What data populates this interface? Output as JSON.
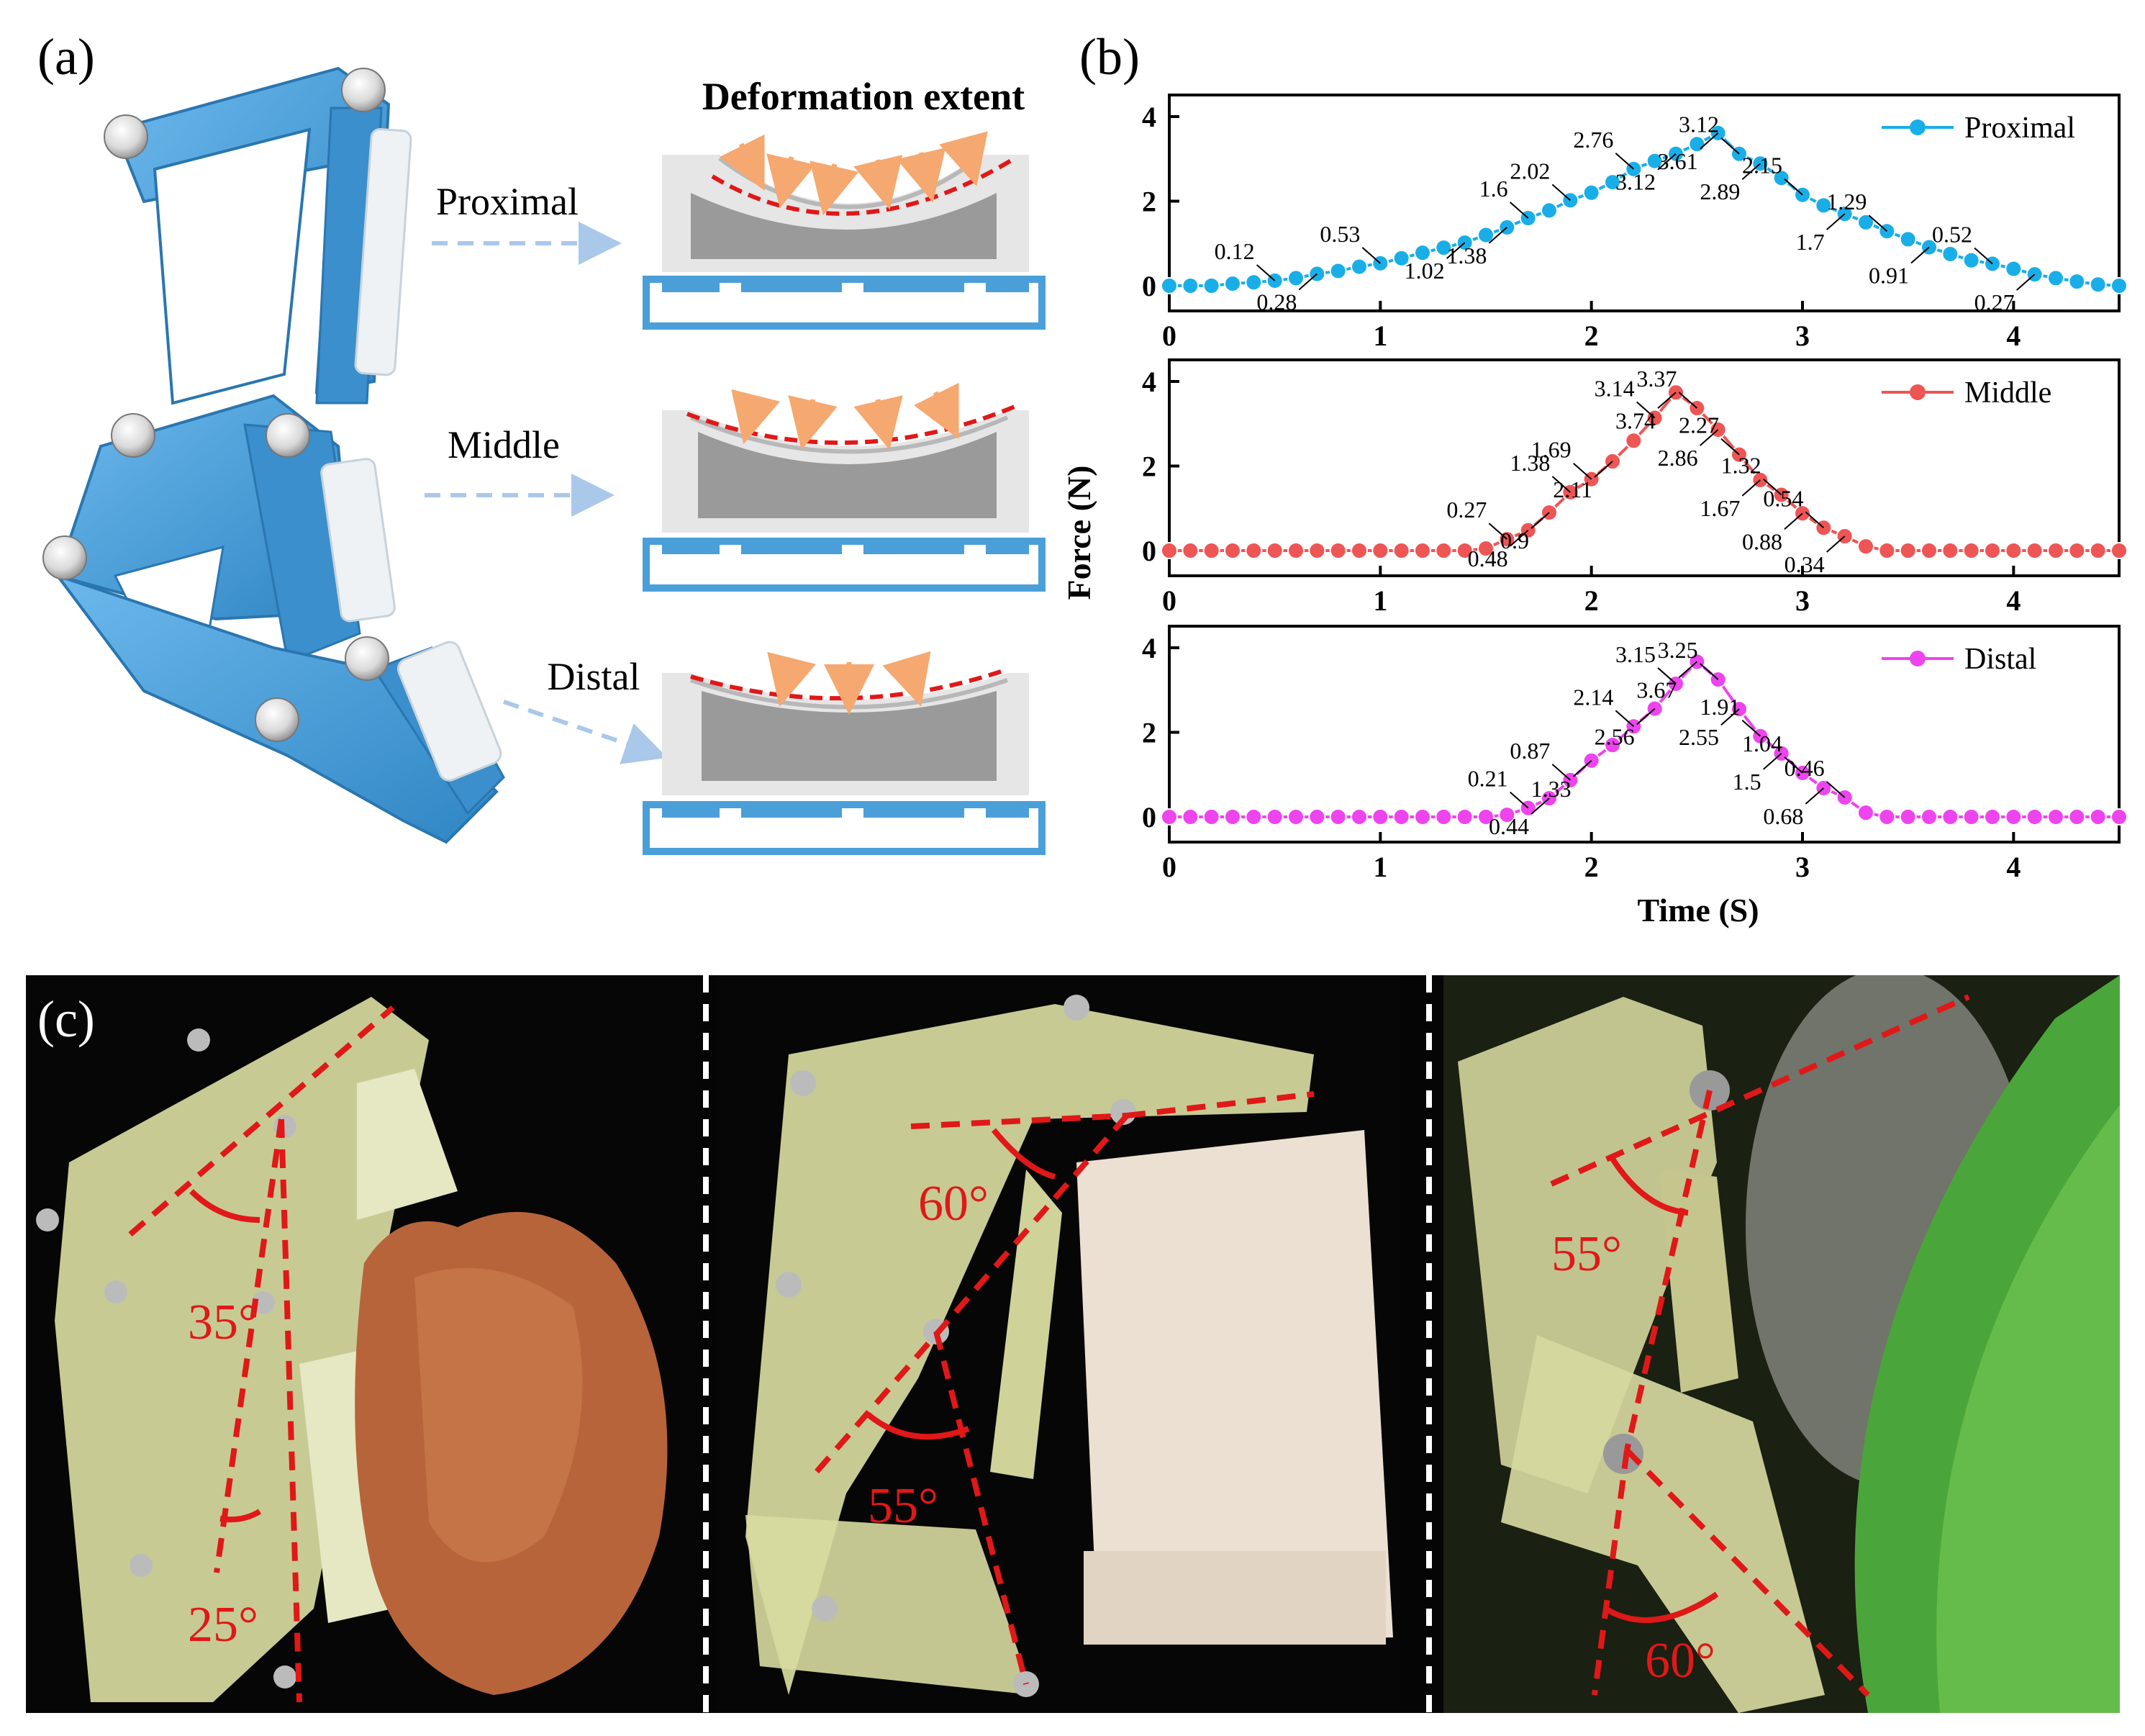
{
  "panel_a": {
    "label": "(a)",
    "title": "Deformation extent",
    "rows": [
      {
        "name": "Proximal"
      },
      {
        "name": "Middle"
      },
      {
        "name": "Distal"
      }
    ]
  },
  "panel_b": {
    "label": "(b)",
    "ylabel": "Force (N)",
    "xlabel": "Time (S)"
  },
  "panel_c": {
    "label": "(c)",
    "photos": [
      {
        "angles": [
          "35°",
          "25°"
        ]
      },
      {
        "angles": [
          "60°",
          "55°"
        ]
      },
      {
        "angles": [
          "55°",
          "60°"
        ]
      }
    ]
  },
  "colors": {
    "proximal": "#1aaee8",
    "middle": "#ee5555",
    "distal": "#ee44ee",
    "finger_blue": "#4a9fd8",
    "dashed_red": "#e01818"
  },
  "chart_data": [
    {
      "type": "line",
      "series": [
        {
          "name": "Proximal",
          "x": [
            0,
            0.1,
            0.2,
            0.3,
            0.4,
            0.5,
            0.6,
            0.7,
            0.8,
            0.9,
            1.0,
            1.1,
            1.2,
            1.3,
            1.4,
            1.5,
            1.6,
            1.7,
            1.8,
            1.9,
            2.0,
            2.1,
            2.2,
            2.3,
            2.4,
            2.5,
            2.6,
            2.7,
            2.8,
            2.9,
            3.0,
            3.1,
            3.2,
            3.3,
            3.4,
            3.5,
            3.6,
            3.7,
            3.8,
            3.9,
            4.0,
            4.1,
            4.2,
            4.3,
            4.4,
            4.5
          ],
          "values": [
            0,
            0,
            0,
            0.05,
            0.08,
            0.12,
            0.18,
            0.28,
            0.35,
            0.45,
            0.53,
            0.65,
            0.78,
            0.9,
            1.02,
            1.2,
            1.38,
            1.6,
            1.78,
            2.02,
            2.2,
            2.45,
            2.76,
            2.95,
            3.12,
            3.35,
            3.61,
            3.12,
            2.89,
            2.55,
            2.15,
            1.9,
            1.7,
            1.5,
            1.29,
            1.1,
            0.91,
            0.75,
            0.6,
            0.52,
            0.4,
            0.27,
            0.18,
            0.1,
            0.03,
            0
          ]
        }
      ],
      "annotations": [
        "0.12",
        "0.28",
        "0.53",
        "1.02",
        "1.6",
        "1.38",
        "2.76",
        "3.12",
        "2.02",
        "3.61",
        "3.12",
        "2.89",
        "2.15",
        "1.7",
        "1.29",
        "0.91",
        "0.52",
        "0.27"
      ],
      "xlim": [
        0,
        4.5
      ],
      "ylim": [
        0,
        4
      ],
      "xticks": [
        "0",
        "1",
        "2",
        "3",
        "4"
      ],
      "yticks": [
        "0",
        "2",
        "4"
      ]
    },
    {
      "type": "line",
      "series": [
        {
          "name": "Middle",
          "x": [
            0,
            0.1,
            0.2,
            0.3,
            0.4,
            0.5,
            0.6,
            0.7,
            0.8,
            0.9,
            1.0,
            1.1,
            1.2,
            1.3,
            1.4,
            1.5,
            1.6,
            1.7,
            1.8,
            1.9,
            2.0,
            2.1,
            2.2,
            2.3,
            2.4,
            2.5,
            2.6,
            2.7,
            2.8,
            2.9,
            3.0,
            3.1,
            3.2,
            3.3,
            3.4,
            3.5,
            3.6,
            3.7,
            3.8,
            3.9,
            4.0,
            4.1,
            4.2,
            4.3,
            4.4,
            4.5
          ],
          "values": [
            0,
            0,
            0,
            0,
            0,
            0,
            0,
            0,
            0,
            0,
            0,
            0,
            0,
            0,
            0,
            0.05,
            0.27,
            0.48,
            0.9,
            1.38,
            1.69,
            2.11,
            2.6,
            3.14,
            3.74,
            3.37,
            2.86,
            2.27,
            1.67,
            1.32,
            0.88,
            0.54,
            0.34,
            0.1,
            0,
            0,
            0,
            0,
            0,
            0,
            0,
            0,
            0,
            0,
            0,
            0
          ]
        }
      ],
      "annotations": [
        "0.27",
        "0.48",
        "1.38",
        "0.9",
        "1.69",
        "2.11",
        "3.14",
        "3.74",
        "3.37",
        "2.86",
        "2.27",
        "1.67",
        "1.32",
        "0.88",
        "0.54",
        "0.34"
      ],
      "xlim": [
        0,
        4.5
      ],
      "ylim": [
        0,
        4
      ],
      "xticks": [
        "0",
        "1",
        "2",
        "3",
        "4"
      ],
      "yticks": [
        "0",
        "2",
        "4"
      ]
    },
    {
      "type": "line",
      "series": [
        {
          "name": "Distal",
          "x": [
            0,
            0.1,
            0.2,
            0.3,
            0.4,
            0.5,
            0.6,
            0.7,
            0.8,
            0.9,
            1.0,
            1.1,
            1.2,
            1.3,
            1.4,
            1.5,
            1.6,
            1.7,
            1.8,
            1.9,
            2.0,
            2.1,
            2.2,
            2.3,
            2.4,
            2.5,
            2.6,
            2.7,
            2.8,
            2.9,
            3.0,
            3.1,
            3.2,
            3.3,
            3.4,
            3.5,
            3.6,
            3.7,
            3.8,
            3.9,
            4.0,
            4.1,
            4.2,
            4.3,
            4.4,
            4.5
          ],
          "values": [
            0,
            0,
            0,
            0,
            0,
            0,
            0,
            0,
            0,
            0,
            0,
            0,
            0,
            0,
            0,
            0,
            0.05,
            0.21,
            0.44,
            0.87,
            1.33,
            1.7,
            2.14,
            2.56,
            3.15,
            3.67,
            3.25,
            2.55,
            1.91,
            1.5,
            1.04,
            0.68,
            0.46,
            0.1,
            0,
            0,
            0,
            0,
            0,
            0,
            0,
            0,
            0,
            0,
            0,
            0
          ]
        }
      ],
      "annotations": [
        "0.21",
        "0.44",
        "0.87",
        "1.33",
        "2.14",
        "2.56",
        "3.15",
        "3.67",
        "3.25",
        "2.55",
        "1.91",
        "1.5",
        "1.04",
        "0.68",
        "0.46"
      ],
      "xlim": [
        0,
        4.5
      ],
      "ylim": [
        0,
        4
      ],
      "xticks": [
        "0",
        "1",
        "2",
        "3",
        "4"
      ],
      "yticks": [
        "0",
        "2",
        "4"
      ]
    }
  ]
}
